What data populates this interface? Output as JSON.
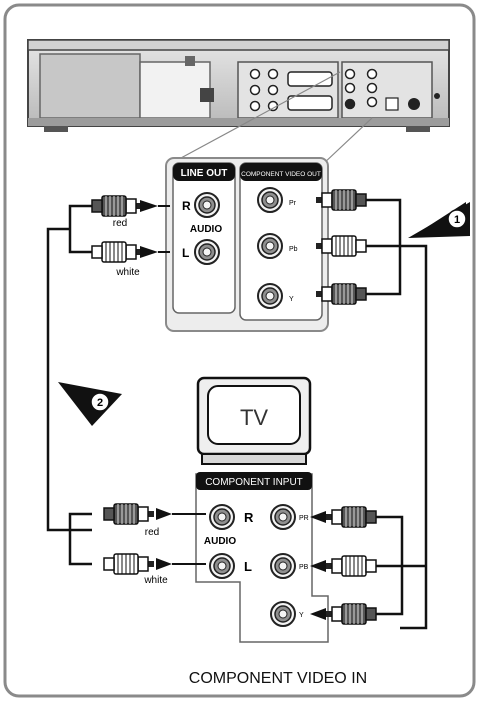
{
  "device_panels": {
    "line_out_title": "LINE OUT",
    "audio_label": "AUDIO",
    "right_label": "R",
    "left_label": "L",
    "component_out_title": "COMPONENT VIDEO OUT",
    "pr_label": "Pr",
    "pb_label": "Pb",
    "y_label": "Y"
  },
  "cables": {
    "red_label": "red",
    "white_label": "white"
  },
  "steps": {
    "step1": "1",
    "step2": "2"
  },
  "tv": {
    "screen_label": "TV"
  },
  "tv_panel": {
    "title": "COMPONENT INPUT",
    "audio_label": "AUDIO",
    "right_label": "R",
    "left_label": "L",
    "pr_label": "PR",
    "pb_label": "PB",
    "y_label": "Y"
  },
  "caption": "COMPONENT VIDEO IN"
}
